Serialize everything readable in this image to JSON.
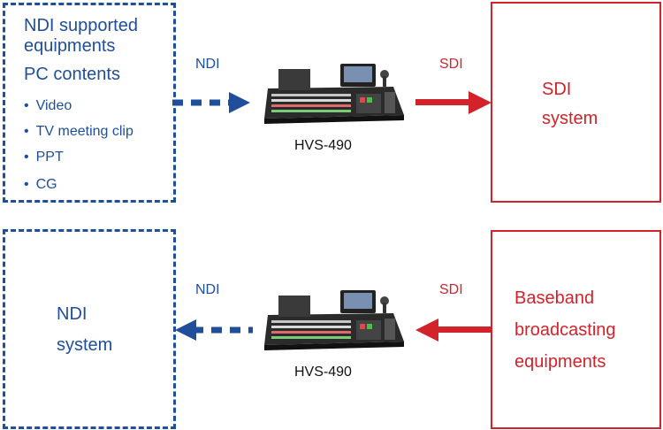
{
  "top_row": {
    "left_box": {
      "title_line1": "NDI supported",
      "title_line2": "equipments",
      "subtitle": "PC contents",
      "bullets": [
        "Video",
        "TV meeting clip",
        "PPT",
        "CG"
      ]
    },
    "ndi_label": "NDI",
    "device_caption": "HVS-490",
    "sdi_label": "SDI",
    "right_box": {
      "line1": "SDI",
      "line2": "system"
    }
  },
  "bottom_row": {
    "left_box": {
      "line1": "NDI",
      "line2": "system"
    },
    "ndi_label": "NDI",
    "device_caption": "HVS-490",
    "sdi_label": "SDI",
    "right_box": {
      "line1": "Baseband",
      "line2": "broadcasting",
      "line3": "equipments"
    }
  },
  "colors": {
    "ndi_blue": "#1f4e9a",
    "sdi_red": "#d2232a"
  },
  "icons": {
    "device": "video-switcher-console-icon",
    "ndi_arrow": "dashed-arrow-icon",
    "sdi_arrow": "solid-arrow-icon"
  }
}
